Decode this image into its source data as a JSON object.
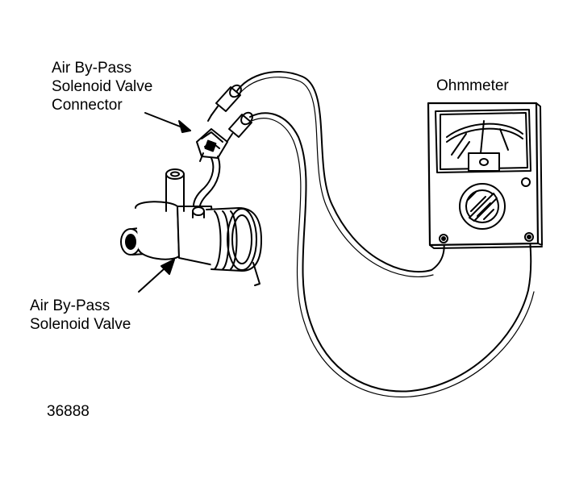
{
  "labels": {
    "connector": [
      "Air By-Pass",
      "Solenoid Valve",
      "Connector"
    ],
    "valve": [
      "Air By-Pass",
      "Solenoid Valve"
    ],
    "ohmmeter": "Ohmmeter",
    "figure_number": "36888"
  },
  "colors": {
    "ink": "#000000",
    "paper": "#ffffff"
  }
}
